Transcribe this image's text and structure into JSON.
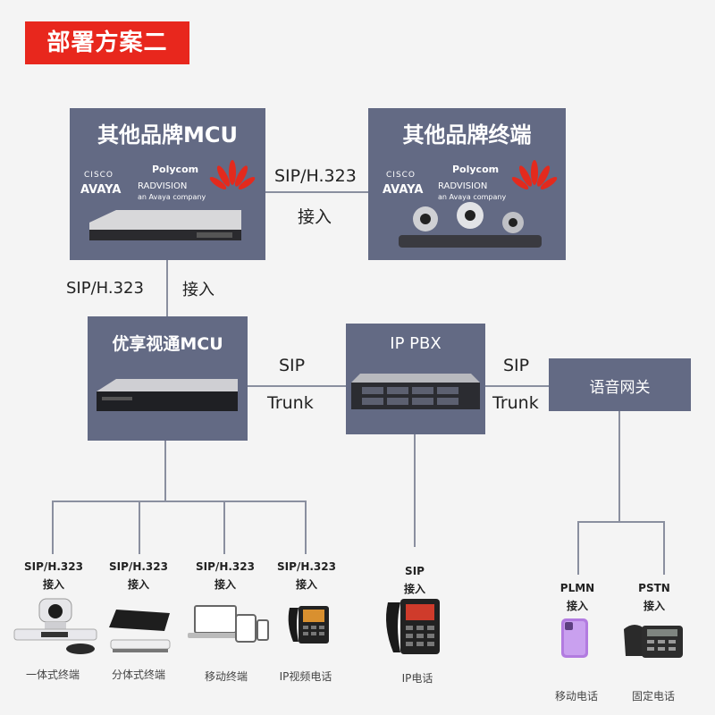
{
  "header": {
    "title": "部署方案二"
  },
  "boxes": {
    "other_mcu": {
      "title": "其他品牌MCU"
    },
    "other_terminal": {
      "title": "其他品牌终端"
    },
    "our_mcu": {
      "title": "优享视通MCU"
    },
    "ip_pbx": {
      "title": "IP PBX"
    },
    "voice_gw": {
      "title": "语音网关"
    }
  },
  "logos": {
    "cisco": "CISCO",
    "avaya": "AVAYA",
    "polycom": "Polycom",
    "radvision": "RADVISION",
    "radvision_sub": "an Avaya company"
  },
  "links": {
    "mcu_terminal_proto": "SIP/H.323",
    "mcu_terminal_access": "接入",
    "mcu_vertical_proto": "SIP/H.323",
    "mcu_vertical_access": "接入",
    "mcu_pbx_top": "SIP",
    "mcu_pbx_bottom": "Trunk",
    "pbx_gw_top": "SIP",
    "pbx_gw_bottom": "Trunk"
  },
  "endpoints": [
    {
      "proto": "SIP/H.323",
      "access": "接入",
      "caption": "一体式终端",
      "icon": "integrated-terminal-icon"
    },
    {
      "proto": "SIP/H.323",
      "access": "接入",
      "caption": "分体式终端",
      "icon": "split-terminal-icon"
    },
    {
      "proto": "SIP/H.323",
      "access": "接入",
      "caption": "移动终端",
      "icon": "mobile-terminal-icon"
    },
    {
      "proto": "SIP/H.323",
      "access": "接入",
      "caption": "IP视频电话",
      "icon": "ip-video-phone-icon"
    }
  ],
  "ip_phone": {
    "proto": "SIP",
    "access": "接入",
    "caption": "IP电话"
  },
  "phones": [
    {
      "proto": "PLMN",
      "access": "接入",
      "caption": "移动电话"
    },
    {
      "proto": "PSTN",
      "access": "接入",
      "caption": "固定电话"
    }
  ],
  "colors": {
    "accent": "#e8271d",
    "box": "#636a84",
    "wire": "#8a8f9f"
  }
}
